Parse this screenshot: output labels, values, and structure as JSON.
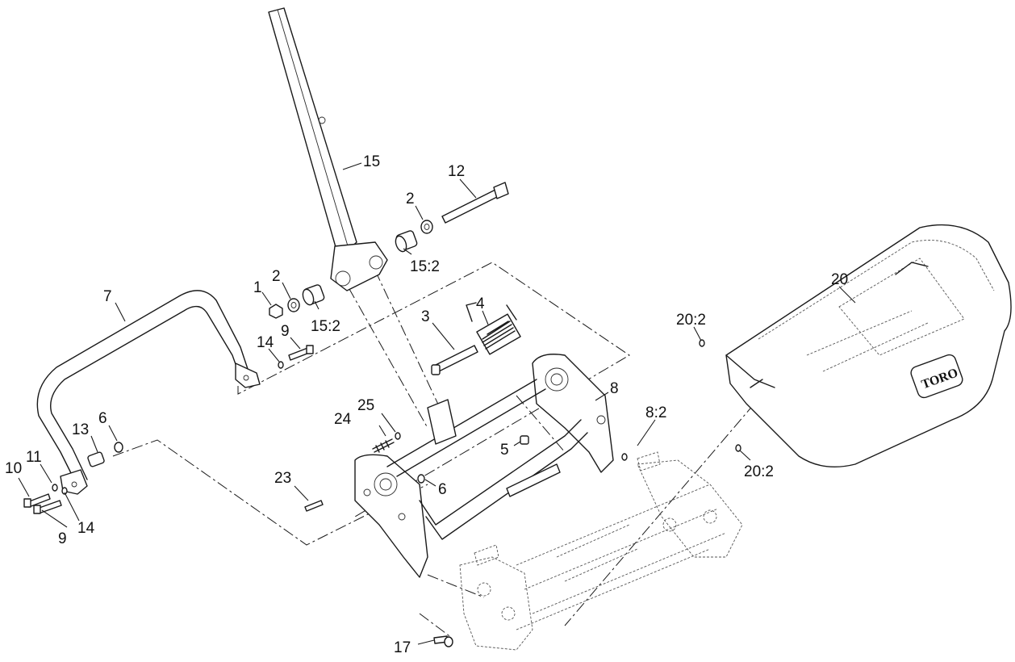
{
  "callouts": {
    "c1": "1",
    "c2a": "2",
    "c2b": "2",
    "c3": "3",
    "c4": "4",
    "c5": "5",
    "c6a": "6",
    "c6b": "6",
    "c7": "7",
    "c8": "8",
    "c8_2": "8:2",
    "c9a": "9",
    "c9b": "9",
    "c10": "10",
    "c11": "11",
    "c12": "12",
    "c13": "13",
    "c14a": "14",
    "c14b": "14",
    "c15": "15",
    "c15_2a": "15:2",
    "c15_2b": "15:2",
    "c17": "17",
    "c20": "20",
    "c20_2a": "20:2",
    "c20_2b": "20:2",
    "c23": "23",
    "c24": "24",
    "c25": "25"
  },
  "logo": {
    "text": "TORO"
  }
}
